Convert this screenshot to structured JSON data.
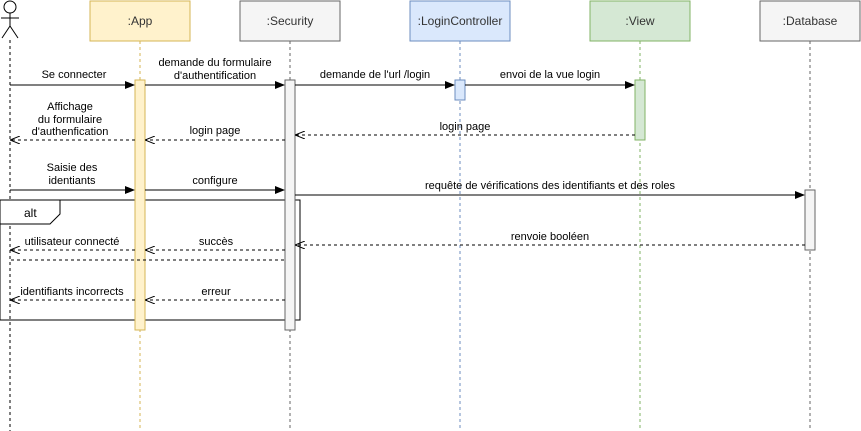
{
  "participants": {
    "app": ":App",
    "security": ":Security",
    "login_controller": ":LoginController",
    "view": ":View",
    "database": ":Database"
  },
  "messages": {
    "se_connecter": "Se connecter",
    "demande_formulaire_1": "demande du formulaire",
    "demande_formulaire_2": "d'authentification",
    "demande_url": "demande de l'url /login",
    "envoi_vue": "envoi de la vue login",
    "login_page_view": "login page",
    "login_page_security": "login page",
    "affichage_1": "Affichage",
    "affichage_2": "du formulaire",
    "affichage_3": "d'authenfication",
    "saisie_1": "Saisie des",
    "saisie_2": "identiants",
    "configure": "configure",
    "requete_verif": "requête de vérifications des identifiants et des roles",
    "renvoie_booleen": "renvoie booléen",
    "succes": "succès",
    "utilisateur_connecte": "utilisateur connecté",
    "erreur": "erreur",
    "identifiants_incorrects": "identifiants incorrects"
  },
  "alt_frame": {
    "label": "alt"
  },
  "colors": {
    "app_fill": "#fff2cc",
    "app_stroke": "#d6b656",
    "login_fill": "#dae8fc",
    "login_stroke": "#6c8ebf",
    "view_fill": "#d5e8d4",
    "view_stroke": "#82b366",
    "gray_fill": "#f5f5f5",
    "gray_stroke": "#666666"
  }
}
